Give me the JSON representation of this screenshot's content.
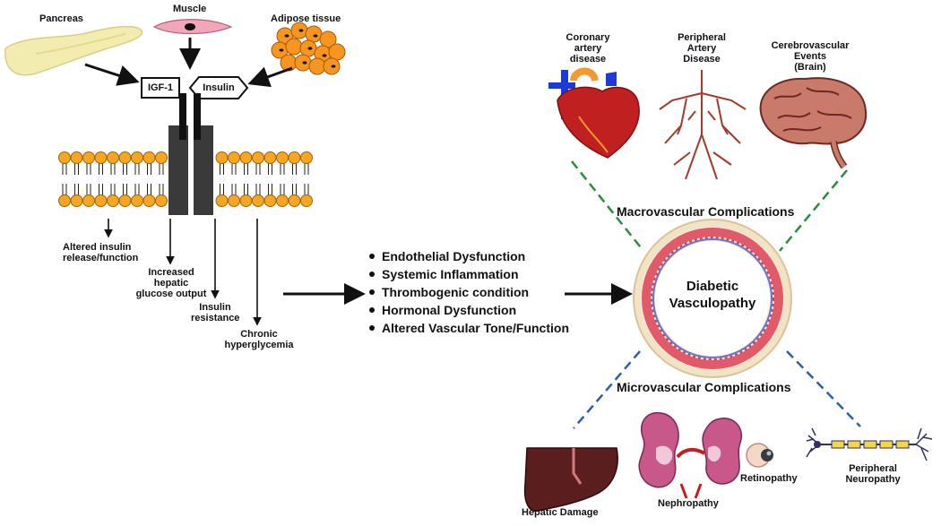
{
  "sources": {
    "pancreas": "Pancreas",
    "muscle": "Muscle",
    "adipose": "Adipose tissue"
  },
  "hormones": {
    "igf1": "IGF-1",
    "insulin": "Insulin"
  },
  "effects": {
    "altered_insulin": [
      "Altered insulin",
      "release/function"
    ],
    "hepatic": [
      "Increased",
      "hepatic",
      "glucose output"
    ],
    "resistance": [
      "Insulin",
      "resistance"
    ],
    "hyperglycemia": [
      "Chronic",
      "hyperglycemia"
    ]
  },
  "mechanisms": [
    "Endothelial Dysfunction",
    "Systemic Inflammation",
    "Thrombogenic condition",
    "Hormonal Dysfunction",
    "Altered Vascular Tone/Function"
  ],
  "center": [
    "Diabetic",
    "Vasculopathy"
  ],
  "macro": {
    "title": "Macrovascular Complications",
    "coronary": [
      "Coronary",
      "artery",
      "disease"
    ],
    "peripheral": [
      "Peripheral",
      "Artery",
      "Disease"
    ],
    "cerebro": [
      "Cerebrovascular",
      "Events",
      "(Brain)"
    ]
  },
  "micro": {
    "title": "Microvascular Complications",
    "hepatic": "Hepatic Damage",
    "nephropathy": "Nephropathy",
    "retinopathy": "Retinopathy",
    "neuropathy": [
      "Peripheral",
      "Neuropathy"
    ]
  },
  "colors": {
    "membrane_head": "#f5a623",
    "receptor": "#3a3a3a",
    "macro_dash": "#2e8b3e",
    "micro_dash": "#2e5ea8",
    "vessel_red": "#e05a6a",
    "liver": "#5a1e1e",
    "kidney": "#c8578a"
  }
}
